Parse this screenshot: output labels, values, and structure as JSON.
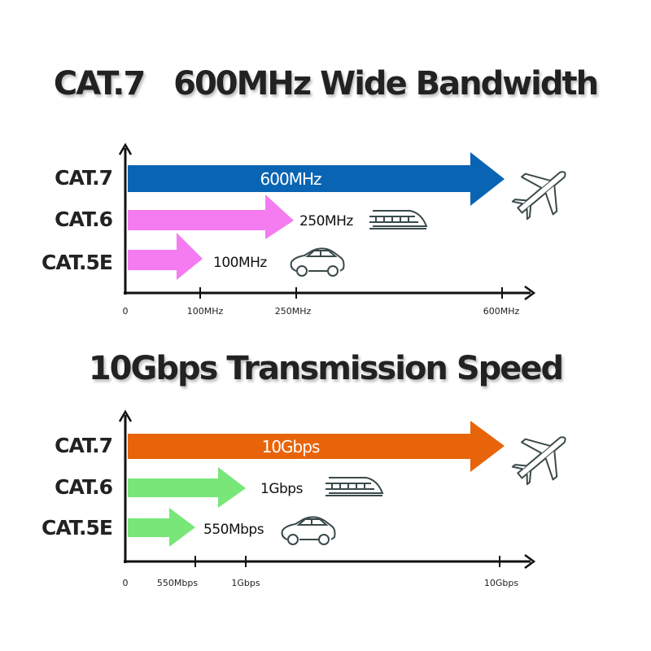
{
  "titles": {
    "bandwidth": "CAT.7   600MHz Wide Bandwidth",
    "speed": "10Gbps Transmission Speed"
  },
  "colors": {
    "cat7_bandwidth": "#0a64b4",
    "cat6_cat5e_bandwidth": "#f47cf0",
    "cat7_speed": "#e8640a",
    "cat6_cat5e_speed": "#78e678",
    "axis": "#111111",
    "icon_stroke": "#3a4a4a"
  },
  "bandwidth_chart": {
    "rows": [
      {
        "label": "CAT.7",
        "value_label": "600MHz",
        "icon": "airplane-icon"
      },
      {
        "label": "CAT.6",
        "value_label": "250MHz",
        "icon": "train-icon"
      },
      {
        "label": "CAT.5E",
        "value_label": "100MHz",
        "icon": "car-icon"
      }
    ],
    "ticks": [
      "0",
      "100MHz",
      "250MHz",
      "600MHz"
    ]
  },
  "speed_chart": {
    "rows": [
      {
        "label": "CAT.7",
        "value_label": "10Gbps",
        "icon": "airplane-icon"
      },
      {
        "label": "CAT.6",
        "value_label": "1Gbps",
        "icon": "train-icon"
      },
      {
        "label": "CAT.5E",
        "value_label": "550Mbps",
        "icon": "car-icon"
      }
    ],
    "ticks": [
      "0",
      "550Mbps",
      "1Gbps",
      "10Gbps"
    ]
  },
  "chart_data": [
    {
      "type": "bar",
      "orientation": "horizontal",
      "title": "CAT.7 600MHz Wide Bandwidth",
      "categories": [
        "CAT.7",
        "CAT.6",
        "CAT.5E"
      ],
      "values": [
        600,
        250,
        100
      ],
      "unit": "MHz",
      "value_labels": [
        "600MHz",
        "250MHz",
        "100MHz"
      ],
      "xlabel": "",
      "ylabel": "",
      "x_ticks": [
        "0",
        "100MHz",
        "250MHz",
        "600MHz"
      ],
      "grid": false,
      "legend": "none"
    },
    {
      "type": "bar",
      "orientation": "horizontal",
      "title": "10Gbps Transmission Speed",
      "categories": [
        "CAT.7",
        "CAT.6",
        "CAT.5E"
      ],
      "values": [
        10000,
        1000,
        550
      ],
      "unit": "Mbps",
      "value_labels": [
        "10Gbps",
        "1Gbps",
        "550Mbps"
      ],
      "xlabel": "",
      "ylabel": "",
      "x_ticks": [
        "0",
        "550Mbps",
        "1Gbps",
        "10Gbps"
      ],
      "grid": false,
      "legend": "none"
    }
  ]
}
